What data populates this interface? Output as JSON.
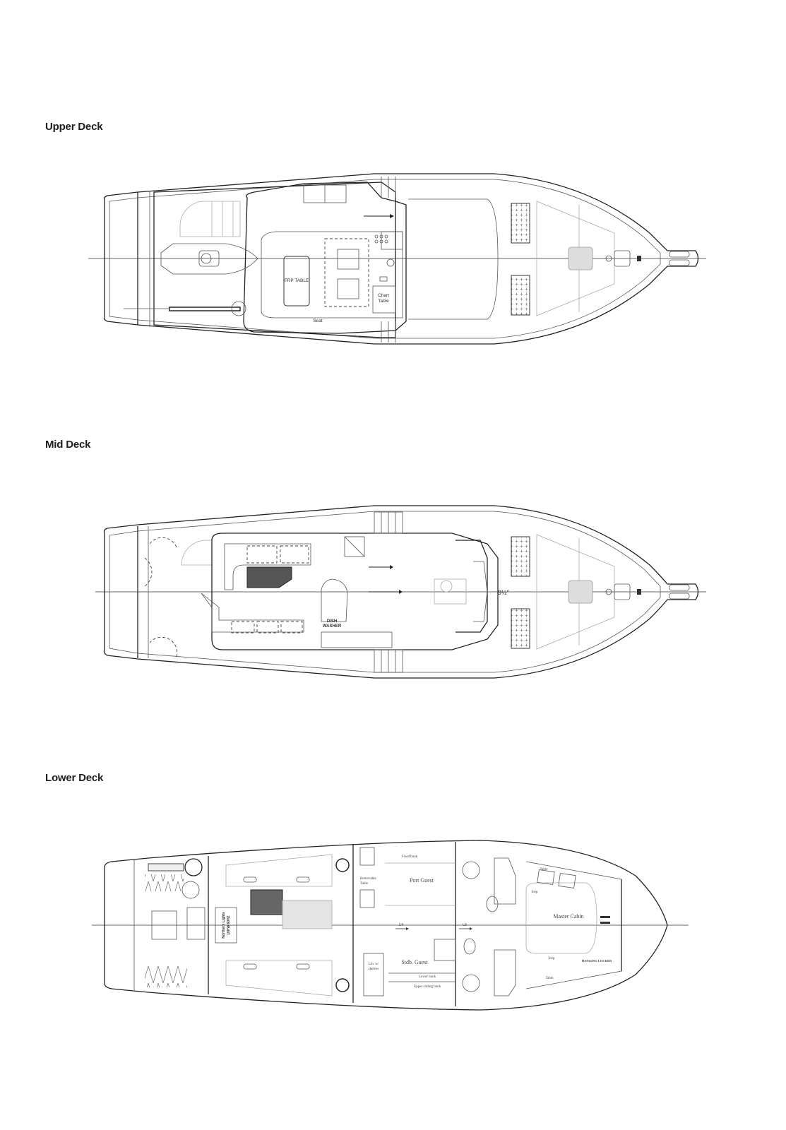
{
  "sections": [
    {
      "title": "Upper Deck",
      "labels": {
        "frp_table": "FRP TABLE",
        "chart_table_1": "Chart",
        "chart_table_2": "Table",
        "seat": "Seat"
      }
    },
    {
      "title": "Mid Deck",
      "labels": {
        "dishwasher_1": "DISH",
        "dishwasher_2": "WASHER",
        "dimension": "9½\""
      }
    },
    {
      "title": "Lower Deck",
      "labels": {
        "port_guest": "Port Guest",
        "stbd_guest": "Stdb. Guest",
        "master_cabin": "Master Cabin",
        "hanging_locker": "HANGING LOCKER",
        "fixed_bunk": "Fixed bunk",
        "removable_table_1": "Removable",
        "removable_table_2": "Table",
        "lower_bunk": "Lower bunk",
        "upper_sliding_bunk": "Upper sliding bunk",
        "step_1": "Step",
        "step_2": "Step",
        "table_1": "Table",
        "table_2": "Table",
        "up_1": "UP",
        "up_2": "UP",
        "generator_1": "Northern Lights",
        "generator_2": "10KW 60HZ",
        "lin_shelves_1": "Lin. w/",
        "lin_shelves_2": "shelves"
      }
    }
  ]
}
